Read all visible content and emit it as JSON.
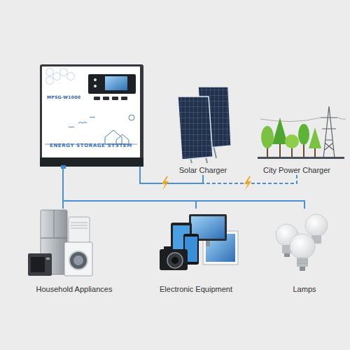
{
  "diagram": {
    "nodes": [
      {
        "text": [
          "MPSG-W1000",
          "ENERGY STORAGE SYSTEM"
        ]
      },
      {
        "text": [
          "Solar Charger"
        ]
      },
      {
        "text": [
          "City Power Charger"
        ]
      },
      {
        "text": [
          "Household Appliances"
        ]
      },
      {
        "text": [
          "Electronic Equipment"
        ]
      },
      {
        "text": [
          "Lamps"
        ]
      }
    ],
    "edges": [
      {
        "from": 1,
        "to": 0,
        "arrow": "none"
      },
      {
        "from": 2,
        "to": 0,
        "arrow": "none"
      },
      {
        "from": 0,
        "to": 3,
        "arrow": "none"
      },
      {
        "from": 0,
        "to": 4,
        "arrow": "none"
      },
      {
        "from": 0,
        "to": 5,
        "arrow": "none"
      }
    ]
  }
}
